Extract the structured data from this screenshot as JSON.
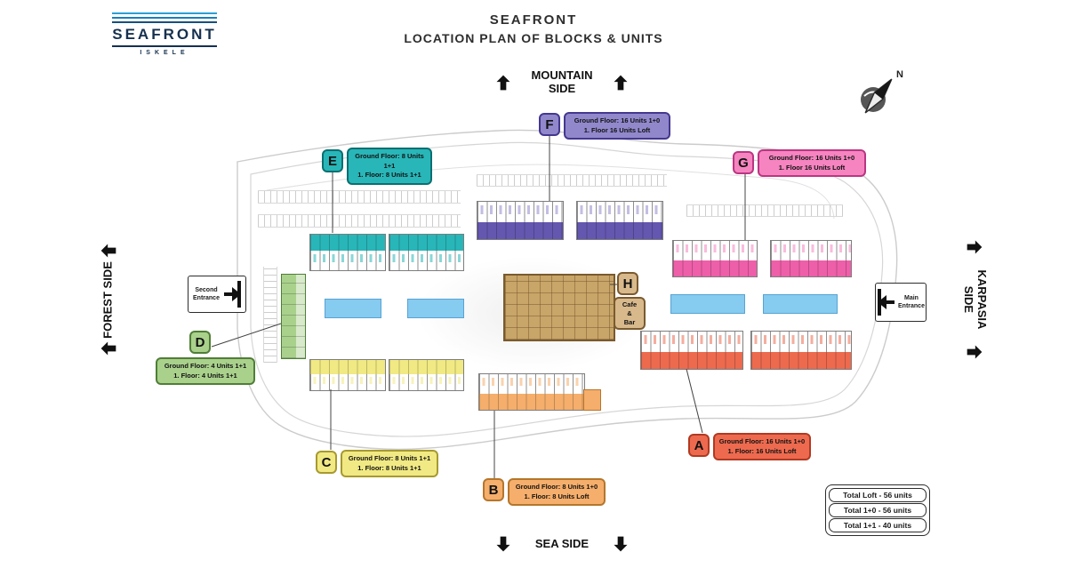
{
  "logo": {
    "name": "SEAFRONT",
    "sub": "ISKELE"
  },
  "header": {
    "title": "SEAFRONT",
    "subtitle": "LOCATION PLAN OF BLOCKS & UNITS"
  },
  "sides": {
    "top": "MOUNTAIN SIDE",
    "bottom": "SEA SIDE",
    "left": "FOREST SIDE",
    "right": "KARPASIA SIDE"
  },
  "compass": {
    "n": "N"
  },
  "entrances": {
    "second": "Second Entrance",
    "main": "Main Entrance"
  },
  "blocks": {
    "A": {
      "letter": "A",
      "color": "#ED6A4F",
      "border": "#b03a22",
      "info1": "Ground Floor: 16 Units 1+0",
      "info2": "1. Floor: 16 Units Loft"
    },
    "B": {
      "letter": "B",
      "color": "#F5AE6B",
      "border": "#b5762c",
      "info1": "Ground Floor: 8 Units 1+0",
      "info2": "1. Floor: 8 Units Loft"
    },
    "C": {
      "letter": "C",
      "color": "#F1E983",
      "border": "#a79a2e",
      "info1": "Ground Floor: 8 Units 1+1",
      "info2": "1. Floor: 8 Units 1+1"
    },
    "D": {
      "letter": "D",
      "color": "#A9D18C",
      "border": "#4f7e36",
      "info1": "Ground Floor: 4 Units 1+1",
      "info2": "1. Floor: 4 Units 1+1"
    },
    "E": {
      "letter": "E",
      "color": "#29B6B8",
      "border": "#0a6f71",
      "info1": "Ground Floor: 8 Units 1+1",
      "info2": "1. Floor: 8 Units 1+1"
    },
    "F": {
      "letter": "F",
      "color": "#9188CC",
      "border": "#43388f",
      "band": "#6457B0",
      "info1": "Ground Floor: 16 Units 1+0",
      "info2": "1. Floor 16 Units Loft"
    },
    "G": {
      "letter": "G",
      "color": "#F584C0",
      "border": "#bb3583",
      "band": "#EE5FA9",
      "info1": "Ground Floor: 16 Units 1+0",
      "info2": "1. Floor 16 Units Loft"
    },
    "H": {
      "letter": "H",
      "color": "#D8B98C",
      "border": "#7a5a2e",
      "cafe": "Cafe\n&\nBar"
    }
  },
  "pool_color": "#86CBF0",
  "totals": [
    "Total Loft - 56 units",
    "Total 1+0 - 56 units",
    "Total 1+1 - 40 units"
  ]
}
